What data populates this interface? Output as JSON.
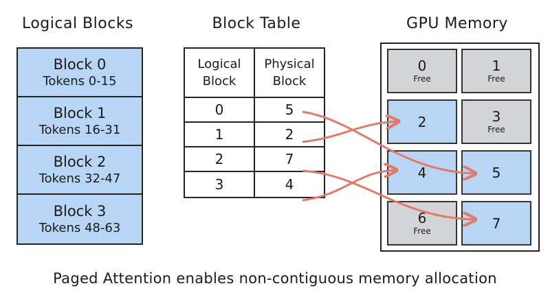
{
  "titles": {
    "logical": "Logical Blocks",
    "table": "Block Table",
    "gpu": "GPU Memory"
  },
  "logical_blocks": [
    {
      "name": "Block 0",
      "tokens": "Tokens 0-15"
    },
    {
      "name": "Block 1",
      "tokens": "Tokens 16-31"
    },
    {
      "name": "Block 2",
      "tokens": "Tokens 32-47"
    },
    {
      "name": "Block 3",
      "tokens": "Tokens 48-63"
    }
  ],
  "block_table": {
    "headers": {
      "logical_line1": "Logical",
      "logical_line2": "Block",
      "physical_line1": "Physical",
      "physical_line2": "Block"
    },
    "rows": [
      {
        "logical": "0",
        "physical": "5"
      },
      {
        "logical": "1",
        "physical": "2"
      },
      {
        "logical": "2",
        "physical": "7"
      },
      {
        "logical": "3",
        "physical": "4"
      }
    ]
  },
  "gpu_memory": {
    "cells": [
      {
        "num": "0",
        "label": "Free",
        "state": "free"
      },
      {
        "num": "1",
        "label": "Free",
        "state": "free"
      },
      {
        "num": "2",
        "label": "",
        "state": "used"
      },
      {
        "num": "3",
        "label": "Free",
        "state": "free"
      },
      {
        "num": "4",
        "label": "",
        "state": "used"
      },
      {
        "num": "5",
        "label": "",
        "state": "used"
      },
      {
        "num": "6",
        "label": "Free",
        "state": "free"
      },
      {
        "num": "7",
        "label": "",
        "state": "used"
      }
    ]
  },
  "colors": {
    "used": "#b9d5f5",
    "free": "#d2d4d8",
    "arrow": "#e07a6a"
  },
  "caption": "Paged Attention enables non-contiguous memory allocation"
}
